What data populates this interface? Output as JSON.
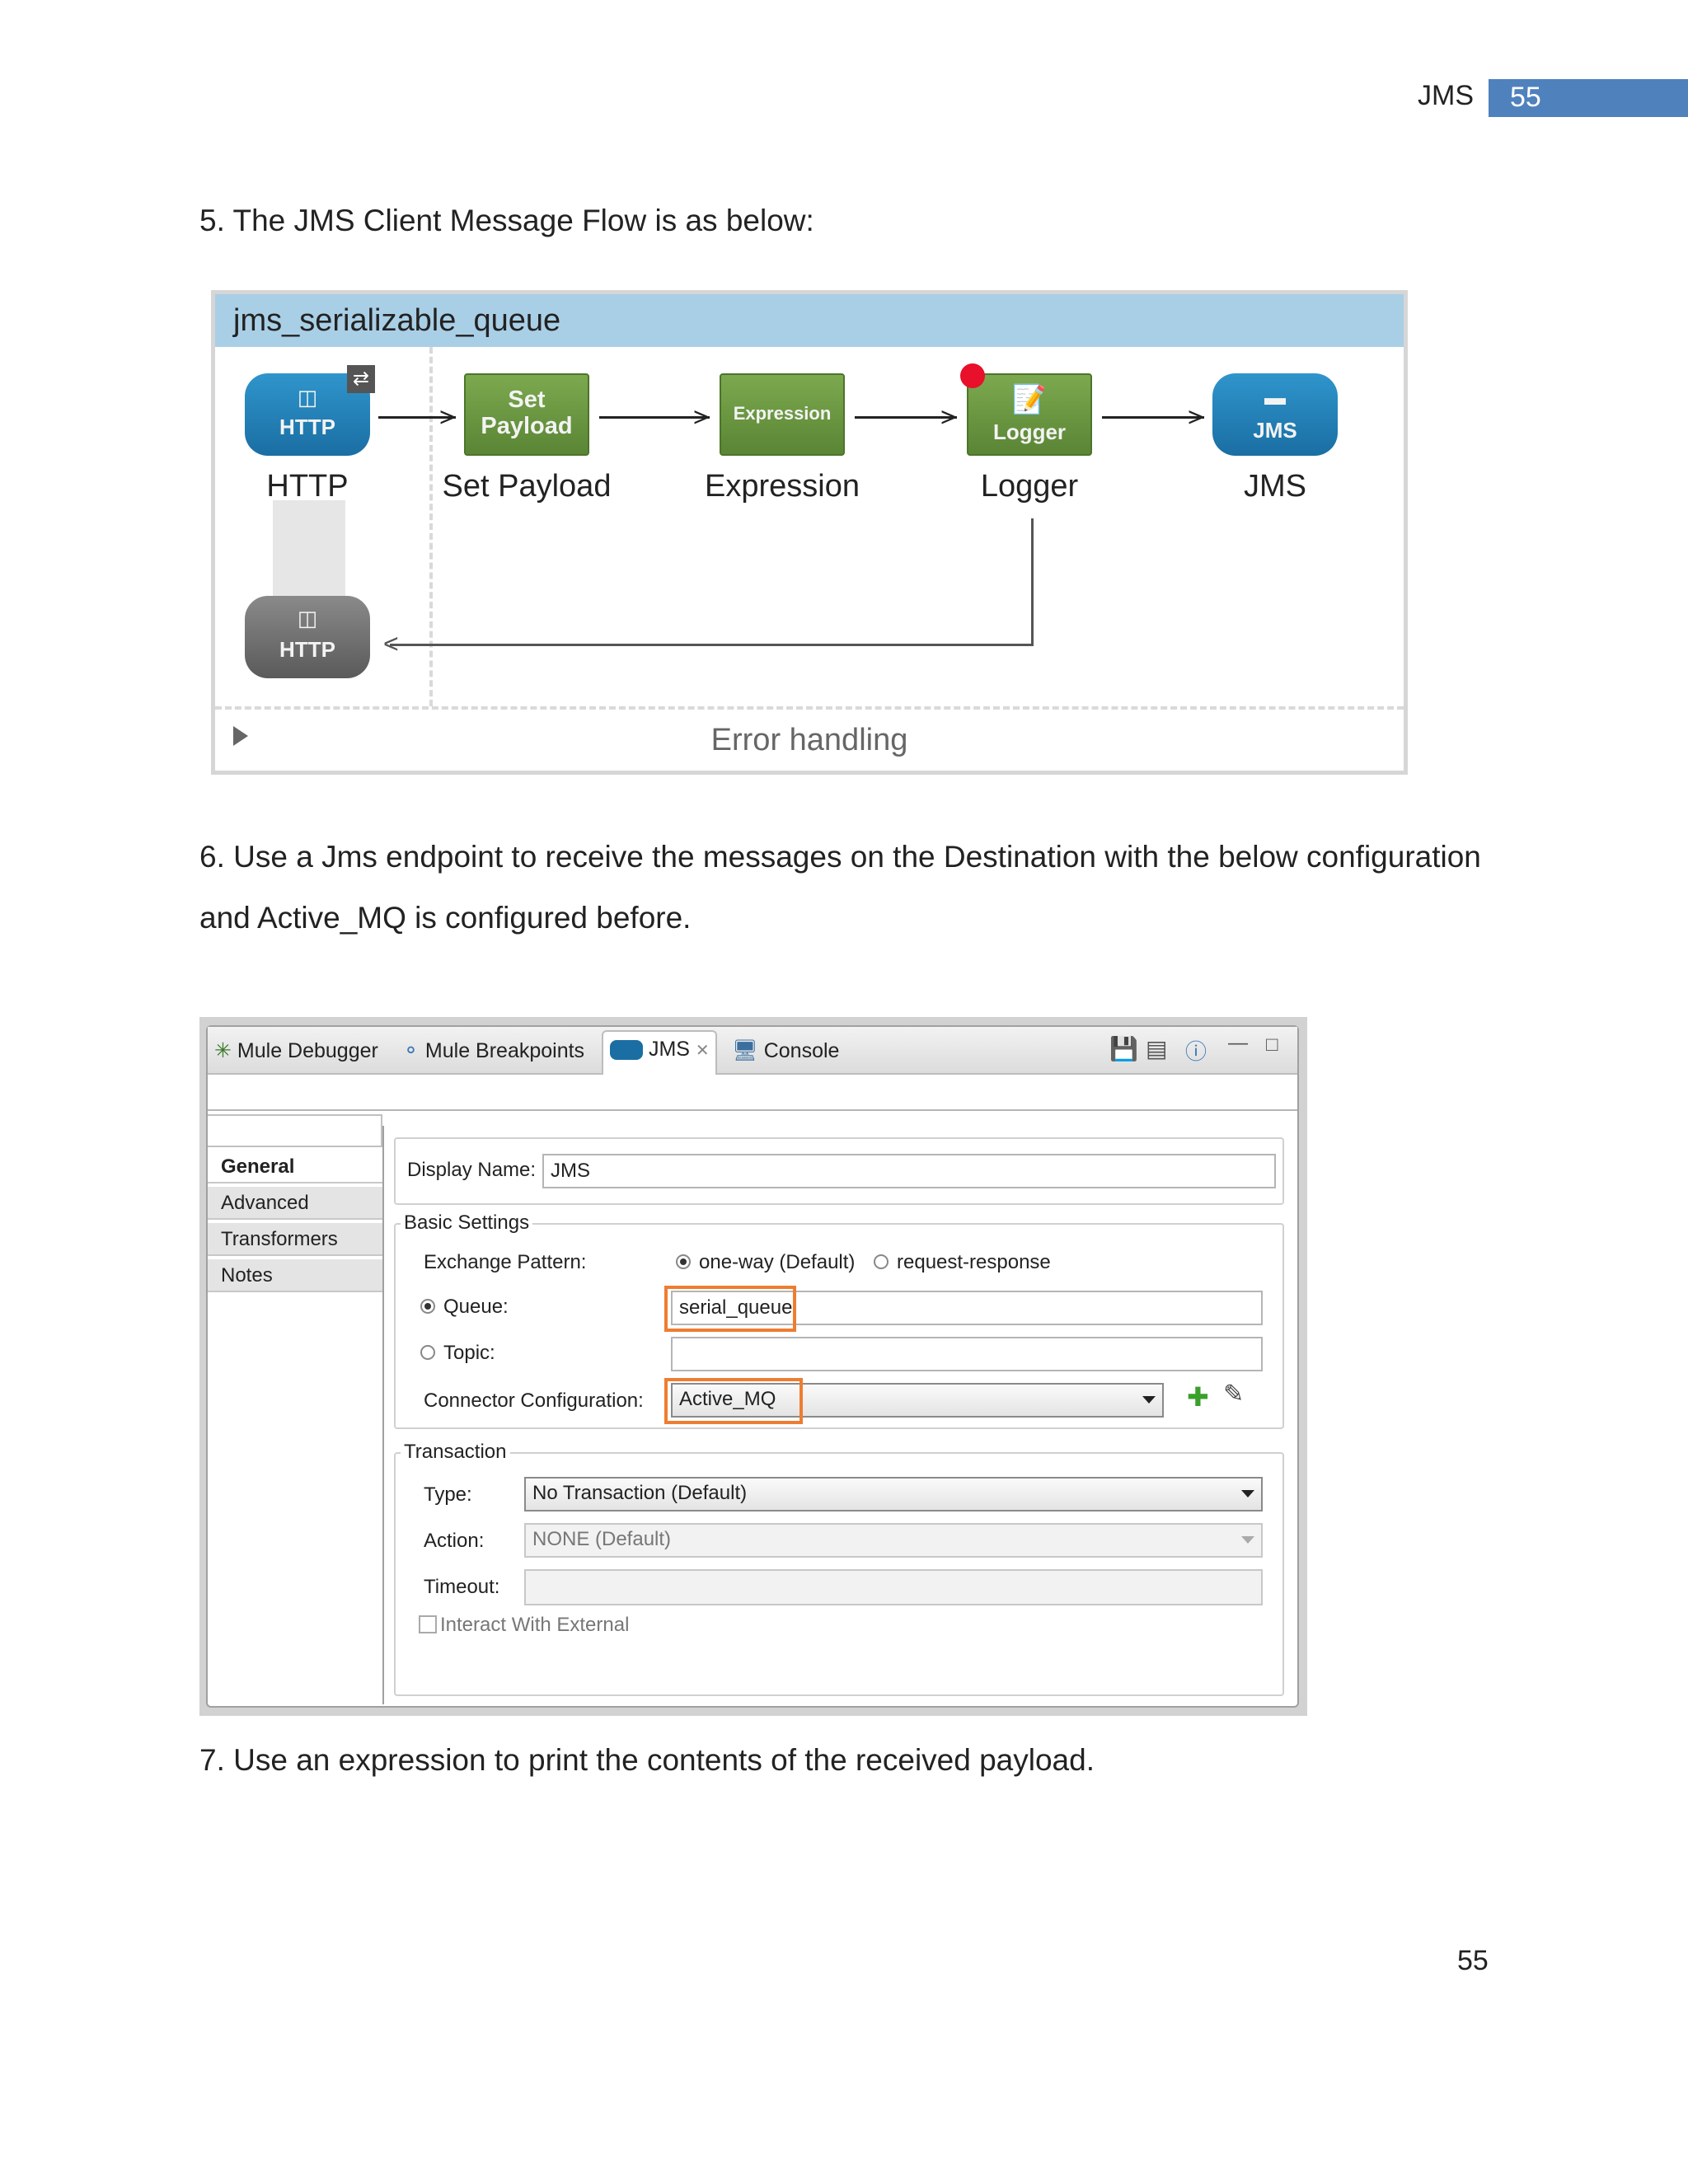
{
  "header": {
    "chapter": "JMS",
    "page": "55"
  },
  "paragraphs": {
    "p5": "5. The JMS Client Message Flow is as below:",
    "p6_line1": "6. Use a Jms endpoint to receive the messages on the Destination with the below configuration",
    "p6_line2": "and Active_MQ is configured before.",
    "p7": "7. Use an expression to print the contents of the received payload."
  },
  "flow": {
    "title": "jms_serializable_queue",
    "nodes": [
      {
        "icon_text": "HTTP",
        "label": "HTTP"
      },
      {
        "icon_text_1": "Set",
        "icon_text_2": "Payload",
        "label": "Set Payload"
      },
      {
        "icon_text": "Expression",
        "label": "Expression"
      },
      {
        "icon_text": "Logger",
        "label": "Logger"
      },
      {
        "icon_text": "JMS",
        "label": "JMS"
      }
    ],
    "response_icon_text": "HTTP",
    "error_handling": "Error handling"
  },
  "panel": {
    "tabs": [
      "Mule Debugger",
      "Mule Breakpoints",
      "JMS",
      "Console"
    ],
    "side_items": [
      "General",
      "Advanced",
      "Transformers",
      "Notes"
    ],
    "display_name_label": "Display Name:",
    "display_name_value": "JMS",
    "basic_settings": "Basic Settings",
    "exchange_pattern_label": "Exchange Pattern:",
    "exchange_option_1": "one-way (Default)",
    "exchange_option_2": "request-response",
    "queue_label": "Queue:",
    "queue_value": "serial_queue",
    "topic_label": "Topic:",
    "topic_value": "",
    "connector_label": "Connector Configuration:",
    "connector_value": "Active_MQ",
    "transaction": "Transaction",
    "type_label": "Type:",
    "type_value": "No Transaction (Default)",
    "action_label": "Action:",
    "action_value": "NONE (Default)",
    "timeout_label": "Timeout:",
    "timeout_value": "",
    "interact_label": "Interact With External",
    "colors": {
      "highlight": "#ee7d31",
      "header_bar": "#4f81bd",
      "flow_title_bg": "#a9cfe6"
    }
  },
  "page_number": "55"
}
